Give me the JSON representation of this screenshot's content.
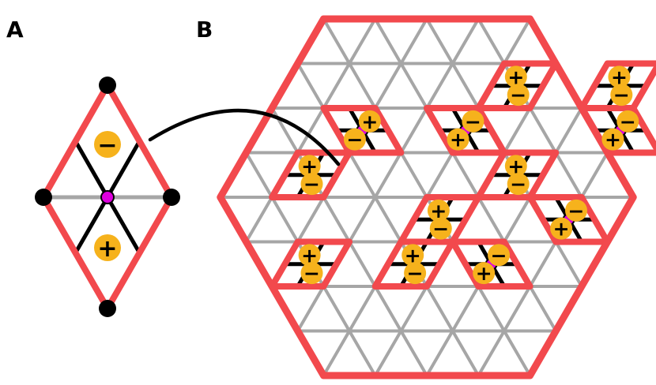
{
  "panel_labels": {
    "a": "A",
    "b": "B"
  },
  "charge_symbols": {
    "plus": "+",
    "minus": "−"
  },
  "colors": {
    "tile_edge": "#F2494D",
    "bond": "#000000",
    "gray_line": "#A6A6A6",
    "center_node": "#DD00DD",
    "charge_fill": "#F6B21C",
    "vertex_dot": "#000000",
    "background": "#FFFFFF"
  },
  "panel_a": {
    "top_charge": "minus",
    "bottom_charge": "plus",
    "vertex_markers": 4
  },
  "panel_b": {
    "tiles": [
      {
        "id": "r1c1",
        "charges": [
          "plus",
          "minus"
        ]
      },
      {
        "id": "r1c2",
        "charges": [
          "plus",
          "minus"
        ]
      },
      {
        "id": "r1c3",
        "charges": [
          "minus",
          "plus"
        ]
      },
      {
        "id": "r2c1",
        "charges": [
          "plus",
          "minus"
        ]
      },
      {
        "id": "r2c2",
        "charges": [
          "minus",
          "plus"
        ]
      },
      {
        "id": "r2c3",
        "charges": [
          "plus",
          "minus"
        ]
      },
      {
        "id": "r2c4",
        "charges": [
          "minus",
          "plus"
        ]
      },
      {
        "id": "r3c1",
        "charges": [
          "plus",
          "minus"
        ]
      },
      {
        "id": "r3c2",
        "charges": [
          "plus",
          "minus"
        ]
      },
      {
        "id": "r3c3",
        "charges": [
          "minus",
          "plus"
        ]
      },
      {
        "id": "r4c1",
        "charges": [
          "plus",
          "minus"
        ]
      },
      {
        "id": "r4c2",
        "charges": [
          "plus",
          "minus"
        ]
      }
    ]
  }
}
